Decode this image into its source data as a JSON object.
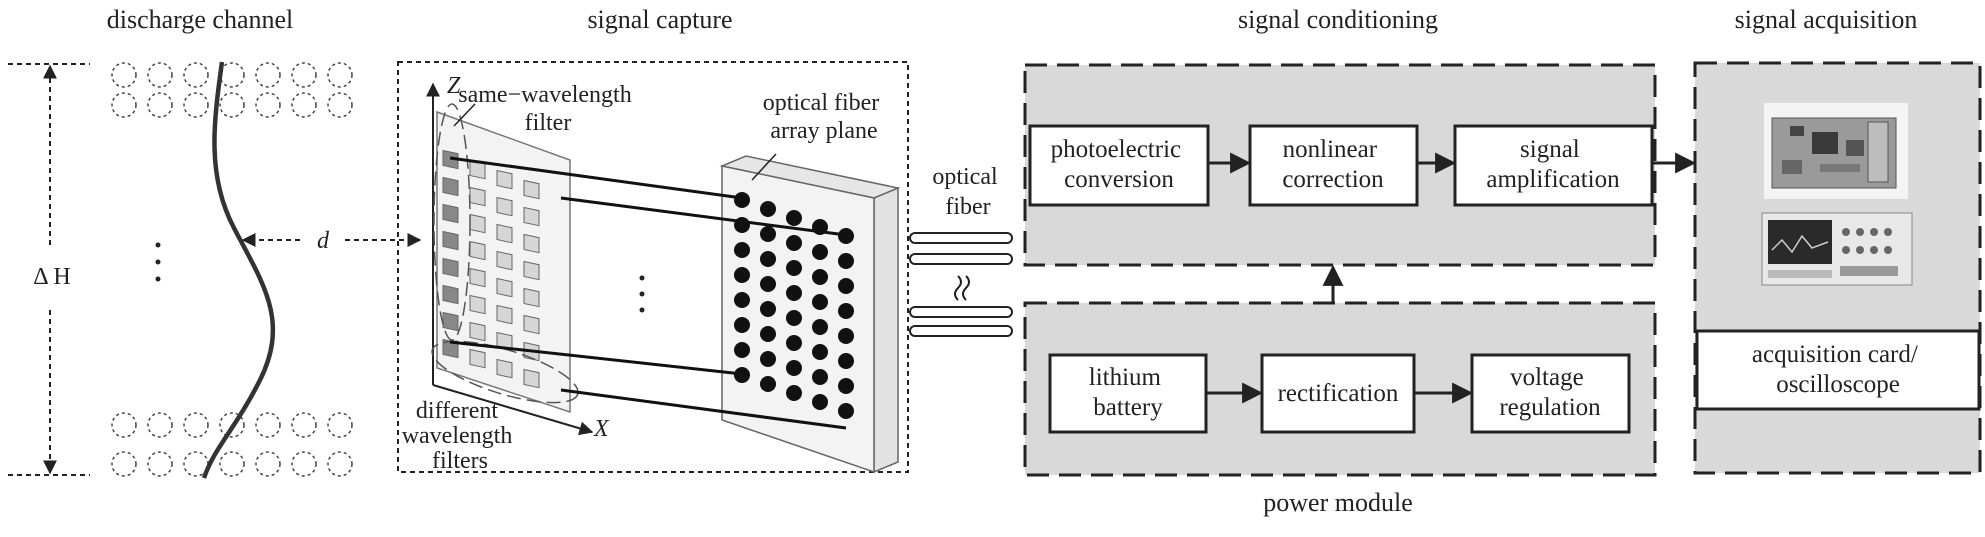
{
  "sections": {
    "discharge_channel": "discharge channel",
    "signal_capture": "signal capture",
    "signal_conditioning": "signal conditioning",
    "signal_acquisition": "signal acquisition"
  },
  "labels": {
    "delta_h": "Δ H",
    "d": "d",
    "z_axis": "Z",
    "x_axis": "X",
    "same_wavelength_filter": [
      "same−wavelength",
      "filter"
    ],
    "optical_fiber_array": [
      "optical fiber",
      "array plane"
    ],
    "different_wavelength_filters": [
      "different",
      "wavelength",
      "filters"
    ],
    "optical_fiber": [
      "optical",
      "fiber"
    ],
    "power_module": "power module"
  },
  "conditioning_blocks": {
    "photoelectric": [
      "photoelectric",
      "conversion"
    ],
    "nonlinear": [
      "nonlinear",
      "correction"
    ],
    "amplification": [
      "signal",
      "amplification"
    ]
  },
  "power_blocks": {
    "battery": [
      "lithium",
      "battery"
    ],
    "rectification": [
      "rectification"
    ],
    "regulation": [
      "voltage",
      "regulation"
    ]
  },
  "acquisition_block": [
    "acquisition card/",
    "oscilloscope"
  ],
  "colors": {
    "panel_gray": "#d9d9d9",
    "line": "#222222"
  }
}
